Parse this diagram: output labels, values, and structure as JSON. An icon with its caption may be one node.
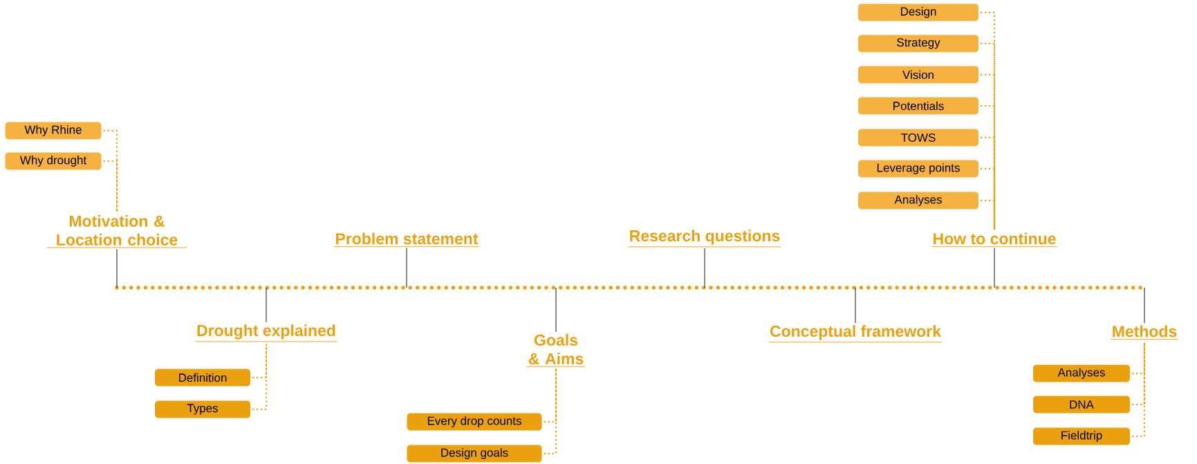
{
  "diagram": {
    "nodes": [
      {
        "text": [
          "Why Rhine"
        ]
      },
      {
        "text": [
          "Why drought"
        ]
      },
      {
        "text": [
          "Motivation & Location choice"
        ]
      },
      {
        "text": [
          "Problem statement"
        ]
      },
      {
        "text": [
          "Research questions"
        ]
      },
      {
        "text": [
          "Design"
        ]
      },
      {
        "text": [
          "Strategy"
        ]
      },
      {
        "text": [
          "Vision"
        ]
      },
      {
        "text": [
          "Potentials"
        ]
      },
      {
        "text": [
          "TOWS"
        ]
      },
      {
        "text": [
          "Leverage points"
        ]
      },
      {
        "text": [
          "Analyses"
        ]
      },
      {
        "text": [
          "How to continue"
        ]
      },
      {
        "text": [
          "Drought explained"
        ]
      },
      {
        "text": [
          "Definition"
        ]
      },
      {
        "text": [
          "Types"
        ]
      },
      {
        "text": [
          "Goals & Aims"
        ]
      },
      {
        "text": [
          "Every drop counts"
        ]
      },
      {
        "text": [
          "Design goals"
        ]
      },
      {
        "text": [
          "Conceptual framework"
        ]
      },
      {
        "text": [
          "Methods"
        ]
      },
      {
        "text": [
          "Analyses"
        ]
      },
      {
        "text": [
          "DNA"
        ]
      },
      {
        "text": [
          "Fieldtrip"
        ]
      }
    ],
    "edges": [
      {
        "from": 0,
        "to": 2,
        "arrow": "none"
      },
      {
        "from": 1,
        "to": 2,
        "arrow": "none"
      },
      {
        "from": 5,
        "to": 12,
        "arrow": "none"
      },
      {
        "from": 6,
        "to": 12,
        "arrow": "none"
      },
      {
        "from": 7,
        "to": 12,
        "arrow": "none"
      },
      {
        "from": 8,
        "to": 12,
        "arrow": "none"
      },
      {
        "from": 9,
        "to": 12,
        "arrow": "none"
      },
      {
        "from": 10,
        "to": 12,
        "arrow": "none"
      },
      {
        "from": 11,
        "to": 12,
        "arrow": "none"
      },
      {
        "from": 14,
        "to": 13,
        "arrow": "none"
      },
      {
        "from": 15,
        "to": 13,
        "arrow": "none"
      },
      {
        "from": 17,
        "to": 16,
        "arrow": "none"
      },
      {
        "from": 18,
        "to": 16,
        "arrow": "none"
      },
      {
        "from": 21,
        "to": 20,
        "arrow": "none"
      },
      {
        "from": 22,
        "to": 20,
        "arrow": "none"
      },
      {
        "from": 23,
        "to": 20,
        "arrow": "none"
      }
    ]
  }
}
